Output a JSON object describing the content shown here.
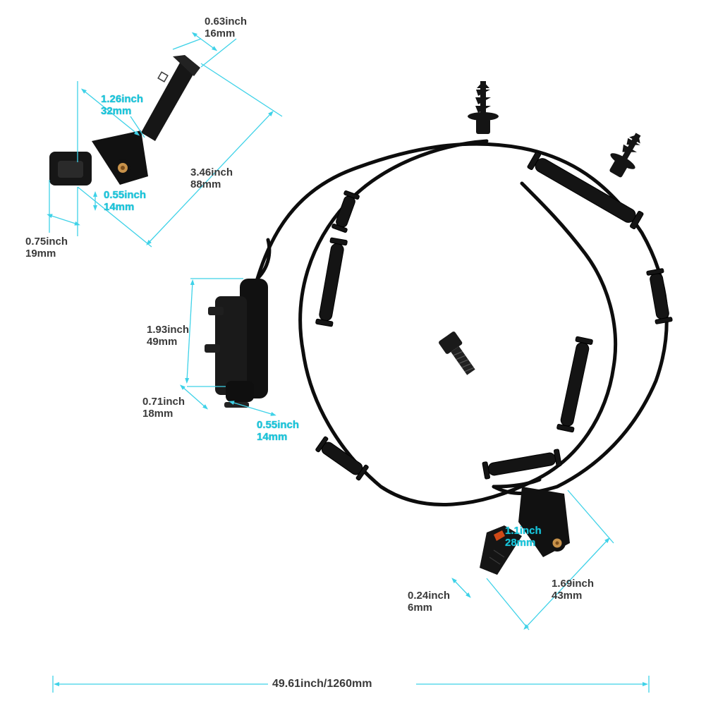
{
  "colors": {
    "dimension_line": "#3fd2e8",
    "label_dark": "#3a3a3a",
    "label_highlight": "#18c6dc",
    "cable": "#0d0d0d",
    "brass_insert": "#c8924a"
  },
  "dimensions": {
    "top_tip_width": {
      "inch": "0.63inch",
      "mm": "16mm"
    },
    "top_body_width": {
      "inch": "1.26inch",
      "mm": "32mm"
    },
    "top_sensor_length": {
      "inch": "3.46inch",
      "mm": "88mm"
    },
    "top_flange_height": {
      "inch": "0.55inch",
      "mm": "14mm"
    },
    "top_head_height": {
      "inch": "0.75inch",
      "mm": "19mm"
    },
    "connector_height": {
      "inch": "1.93inch",
      "mm": "49mm"
    },
    "connector_depth": {
      "inch": "0.71inch",
      "mm": "18mm"
    },
    "connector_width": {
      "inch": "0.55inch",
      "mm": "14mm"
    },
    "bottom_body_width": {
      "inch": "1.1inch",
      "mm": "28mm"
    },
    "bottom_sensor_length": {
      "inch": "1.69inch",
      "mm": "43mm"
    },
    "bottom_tip_width": {
      "inch": "0.24inch",
      "mm": "6mm"
    },
    "total_length": "49.61inch/1260mm"
  }
}
